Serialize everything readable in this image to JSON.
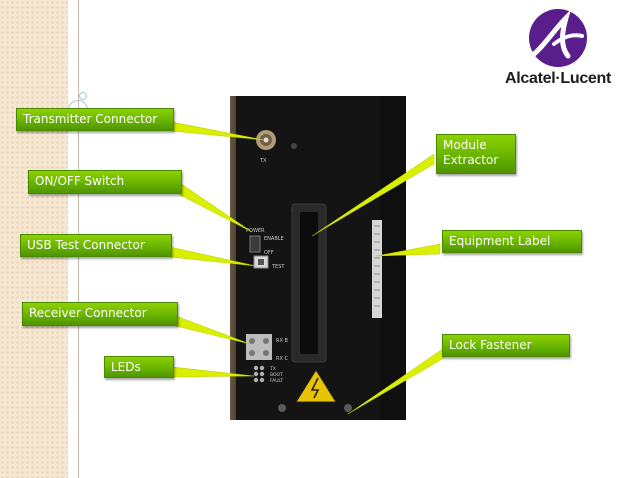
{
  "logo": {
    "brand_text": "Alcatel·Lucent",
    "colors": {
      "purple": "#5a1e8c",
      "text": "#1d1d1d"
    }
  },
  "panel": {
    "marks": {
      "tx": "TX",
      "power": "POWER",
      "enable": "ENABLE",
      "off": "OFF",
      "test": "TEST",
      "rx_b": "RX B",
      "rx_c": "RX C",
      "tx_led": "TX",
      "boot": "BOOT",
      "fault": "FAULT"
    }
  },
  "callouts": [
    {
      "id": "transmitter",
      "text": "Transmitter Connector"
    },
    {
      "id": "onoff",
      "text": "ON/OFF Switch"
    },
    {
      "id": "usb",
      "text": "USB Test Connector"
    },
    {
      "id": "receiver",
      "text": "Receiver Connector"
    },
    {
      "id": "leds",
      "text": "LEDs"
    },
    {
      "id": "module",
      "text": "Module\nExtractor"
    },
    {
      "id": "equipment",
      "text": "Equipment Label"
    },
    {
      "id": "lock",
      "text": "Lock Fastener"
    }
  ],
  "colors": {
    "callout_green": "#69b400",
    "callout_text": "#ffffff",
    "leader": "#d9ef00"
  }
}
